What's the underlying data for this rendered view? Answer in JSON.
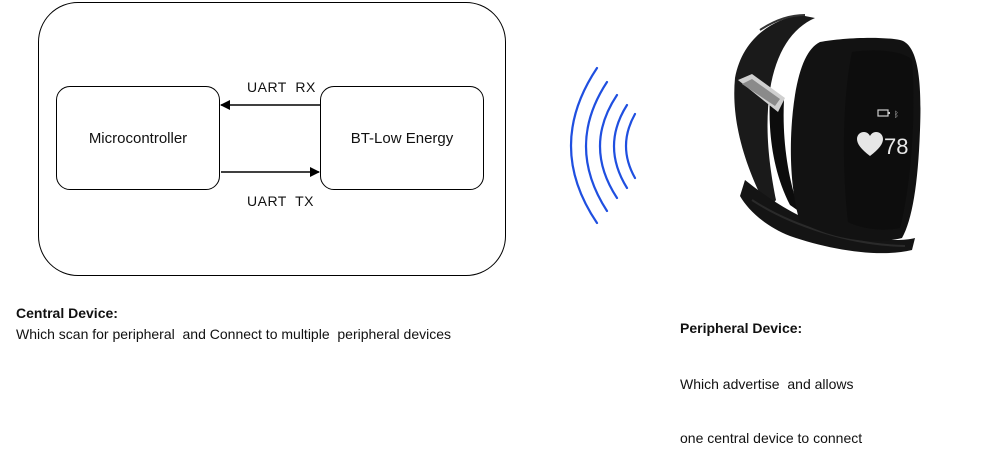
{
  "central_system": {
    "microcontroller_label": "Microcontroller",
    "ble_label": "BT-Low Energy",
    "uart_rx_label": "UART  RX",
    "uart_tx_label": "UART  TX"
  },
  "central_caption": {
    "title": "Central Device:",
    "text": "Which scan for peripheral  and Connect to multiple  peripheral devices"
  },
  "peripheral_caption": {
    "title": "Peripheral Device:",
    "line1": "Which advertise  and allows",
    "line2": "one central device to connect"
  },
  "wearable_display": {
    "heart_rate": "78"
  },
  "colors": {
    "signal": "#1f4fe0",
    "band": "#121212"
  }
}
